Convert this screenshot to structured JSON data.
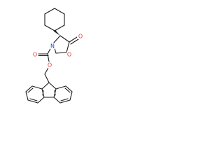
{
  "molecule": {
    "atoms": {
      "ring_oxygen": {
        "label": "O",
        "color": "#e53935"
      },
      "carbonyl_oxygen_ring": {
        "label": "O",
        "color": "#e53935"
      },
      "nitrogen": {
        "label": "N",
        "color": "#1e3fbf"
      },
      "carbamate_carbonyl_oxygen": {
        "label": "O",
        "color": "#e53935"
      },
      "carbamate_ester_oxygen": {
        "label": "O",
        "color": "#e53935"
      }
    },
    "bond_color": "#1a1a1a"
  }
}
